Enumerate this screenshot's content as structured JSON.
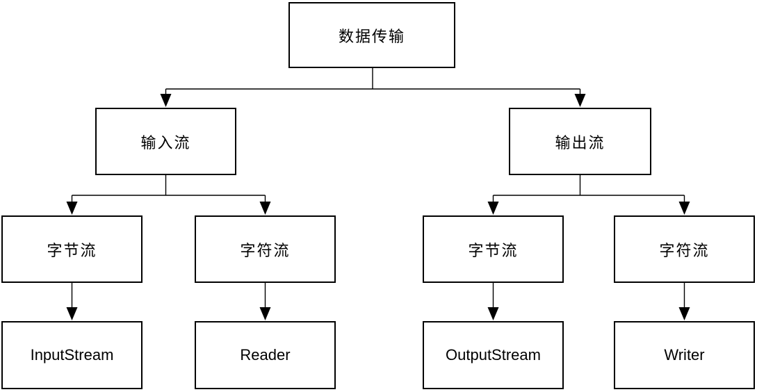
{
  "diagram": {
    "title_node": "数据传输",
    "nodes": {
      "root": "数据传输",
      "input_cn": "输入流",
      "output_cn": "输出流",
      "input_byte": "字节流",
      "input_char": "字符流",
      "output_byte": "字节流",
      "output_char": "字符流",
      "input_stream": "InputStream",
      "reader": "Reader",
      "output_stream": "OutputStream",
      "writer": "Writer"
    },
    "edges": [
      {
        "from": "root",
        "to": "input_cn"
      },
      {
        "from": "root",
        "to": "output_cn"
      },
      {
        "from": "input_cn",
        "to": "input_byte"
      },
      {
        "from": "input_cn",
        "to": "input_char"
      },
      {
        "from": "output_cn",
        "to": "output_byte"
      },
      {
        "from": "output_cn",
        "to": "output_char"
      },
      {
        "from": "input_byte",
        "to": "input_stream"
      },
      {
        "from": "input_char",
        "to": "reader"
      },
      {
        "from": "output_byte",
        "to": "output_stream"
      },
      {
        "from": "output_char",
        "to": "writer"
      }
    ],
    "colors": {
      "box_border": "#000000",
      "box_background": "#ffffff",
      "connector": "#000000",
      "text": "#000000",
      "page_background": "#ffffff"
    }
  }
}
